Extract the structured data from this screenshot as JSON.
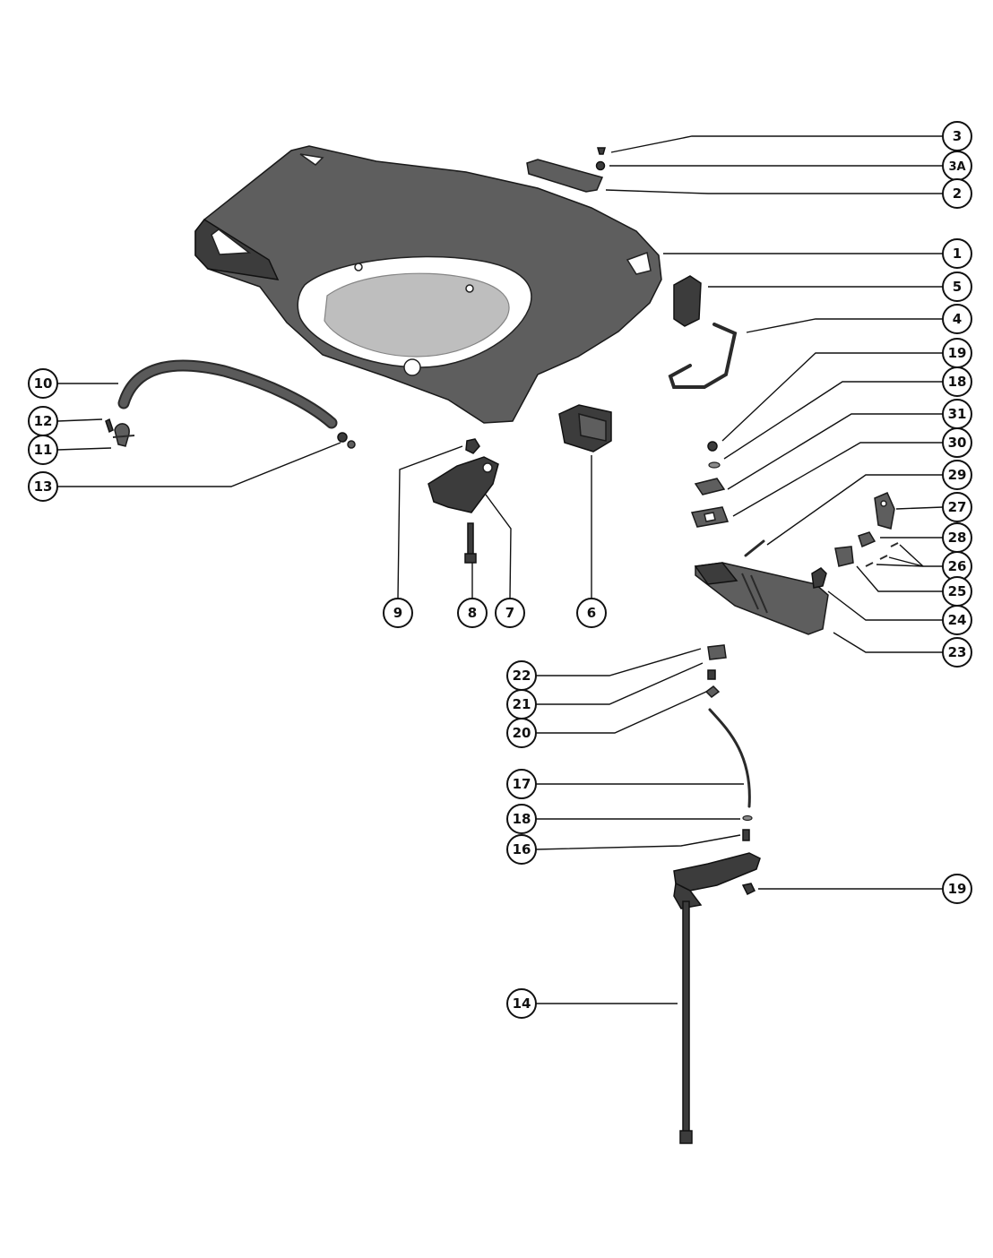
{
  "callouts": [
    {
      "id": "3",
      "label": "3"
    },
    {
      "id": "3A",
      "label": "3A"
    },
    {
      "id": "2",
      "label": "2"
    },
    {
      "id": "1",
      "label": "1"
    },
    {
      "id": "5",
      "label": "5"
    },
    {
      "id": "4",
      "label": "4"
    },
    {
      "id": "19a",
      "label": "19"
    },
    {
      "id": "18a",
      "label": "18"
    },
    {
      "id": "31",
      "label": "31"
    },
    {
      "id": "30",
      "label": "30"
    },
    {
      "id": "29",
      "label": "29"
    },
    {
      "id": "27",
      "label": "27"
    },
    {
      "id": "28",
      "label": "28"
    },
    {
      "id": "26",
      "label": "26"
    },
    {
      "id": "25",
      "label": "25"
    },
    {
      "id": "24",
      "label": "24"
    },
    {
      "id": "23",
      "label": "23"
    },
    {
      "id": "10",
      "label": "10"
    },
    {
      "id": "12",
      "label": "12"
    },
    {
      "id": "11",
      "label": "11"
    },
    {
      "id": "13",
      "label": "13"
    },
    {
      "id": "9",
      "label": "9"
    },
    {
      "id": "8",
      "label": "8"
    },
    {
      "id": "7",
      "label": "7"
    },
    {
      "id": "6",
      "label": "6"
    },
    {
      "id": "22",
      "label": "22"
    },
    {
      "id": "21",
      "label": "21"
    },
    {
      "id": "20",
      "label": "20"
    },
    {
      "id": "17",
      "label": "17"
    },
    {
      "id": "18b",
      "label": "18"
    },
    {
      "id": "16",
      "label": "16"
    },
    {
      "id": "19b",
      "label": "19"
    },
    {
      "id": "14",
      "label": "14"
    }
  ]
}
